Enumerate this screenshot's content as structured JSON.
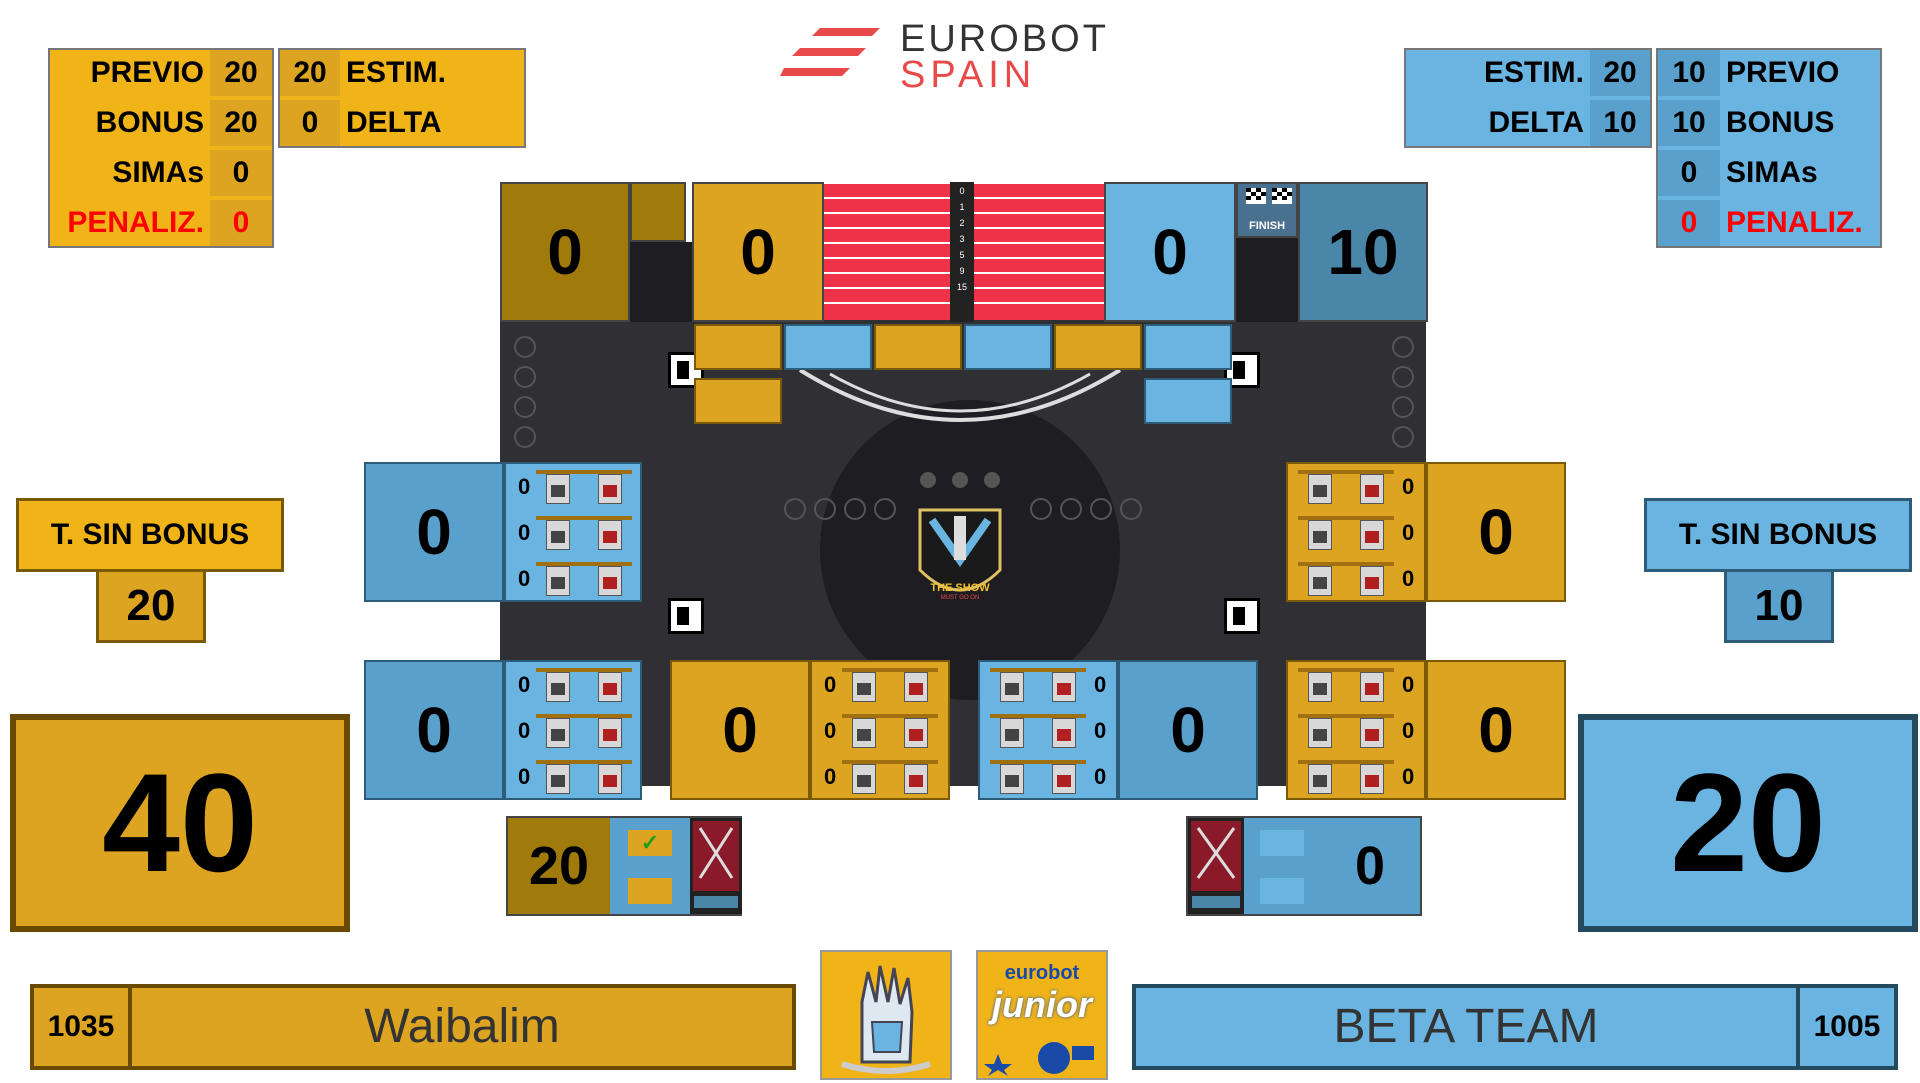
{
  "logo": {
    "line1": "EUROBOT",
    "line2": "SPAIN"
  },
  "yellow": {
    "previo_label": "PREVIO",
    "previo": "20",
    "bonus_label": "BONUS",
    "bonus": "20",
    "simas_label": "SIMAs",
    "simas": "0",
    "penaliz_label": "PENALIZ.",
    "penaliz": "0",
    "estim": "20",
    "estim_label": "ESTIM.",
    "delta": "0",
    "delta_label": "DELTA",
    "sin_bonus_label": "T. SIN BONUS",
    "sin_bonus": "20",
    "total": "40",
    "team_number": "1035",
    "team_name": "Waibalim",
    "pami_score": "20",
    "check": "✓",
    "top_left_score": "0",
    "top_score": "0",
    "mid_score": "0",
    "bottom_score": "0"
  },
  "blue": {
    "estim_label": "ESTIM.",
    "estim": "20",
    "delta_label": "DELTA",
    "delta": "10",
    "previo": "10",
    "previo_label": "PREVIO",
    "bonus": "10",
    "bonus_label": "BONUS",
    "simas": "0",
    "simas_label": "SIMAs",
    "penaliz": "0",
    "penaliz_label": "PENALIZ.",
    "sin_bonus_label": "T. SIN BONUS",
    "sin_bonus": "10",
    "total": "20",
    "team_number": "1005",
    "team_name": "BETA TEAM",
    "pami_score": "0",
    "top_score": "0",
    "top_right_score": "10",
    "left_mid_score": "0",
    "left_bottom_score": "0",
    "bottom_score": "0"
  },
  "right_mid_score": "0",
  "right_bottom_score": "0",
  "scale_ticks": [
    "0",
    "1",
    "2",
    "3",
    "5",
    "9",
    "15"
  ],
  "finish_label": "FINISH",
  "show_title": "THE SHOW",
  "show_subtitle": "MUST GO ON",
  "junior_line1": "eurobot",
  "junior_line2": "junior",
  "stack_count": "0",
  "colors": {
    "yellow": "#f0b418",
    "yellow_dark": "#a07a0a",
    "blue": "#6ab4e2",
    "blue_dark": "#4a86a8",
    "penalty": "#ff0000",
    "check": "#1e9e1e"
  }
}
